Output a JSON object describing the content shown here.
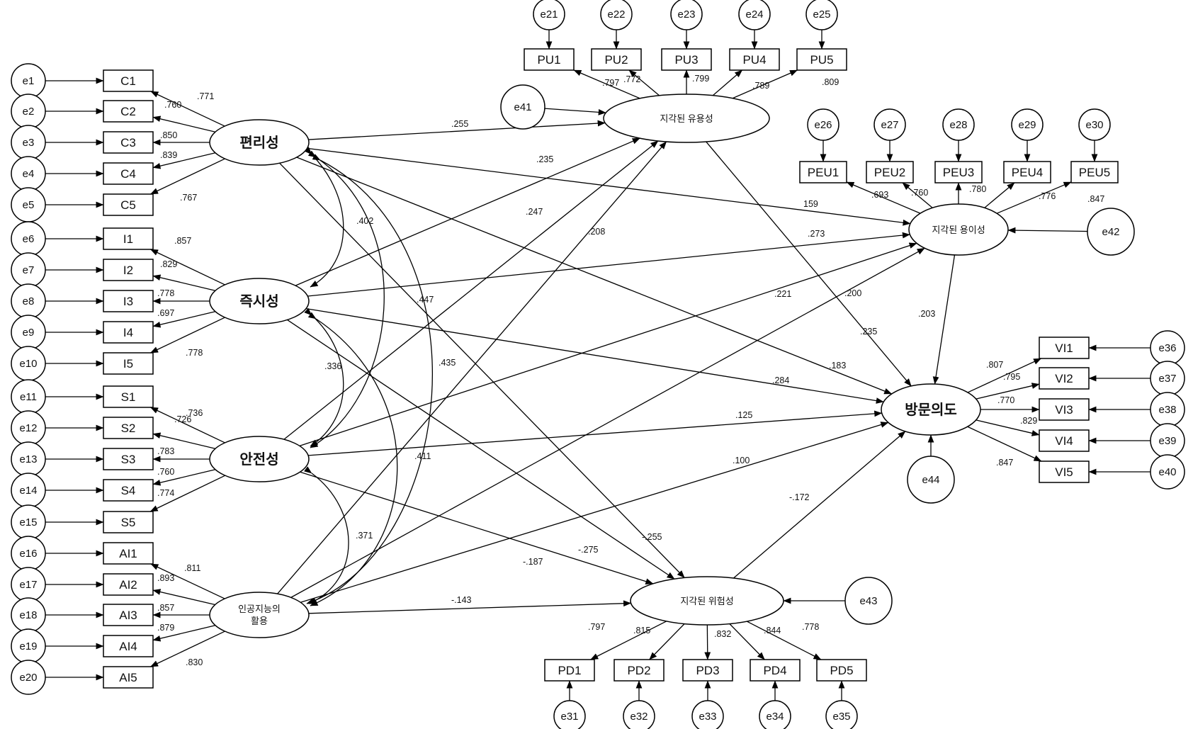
{
  "latents": {
    "convenience": "편리성",
    "immediacy": "즉시성",
    "safety": "안전성",
    "ai": [
      "인공지능의",
      "활용"
    ],
    "pu": "지각된 유용성",
    "peou": "지각된 용이성",
    "intention": "방문의도",
    "risk": "지각된 위험성"
  },
  "indicators": {
    "C": [
      "C1",
      "C2",
      "C3",
      "C4",
      "C5"
    ],
    "I": [
      "I1",
      "I2",
      "I3",
      "I4",
      "I5"
    ],
    "S": [
      "S1",
      "S2",
      "S3",
      "S4",
      "S5"
    ],
    "AI": [
      "AI1",
      "AI2",
      "AI3",
      "AI4",
      "AI5"
    ],
    "PU": [
      "PU1",
      "PU2",
      "PU3",
      "PU4",
      "PU5"
    ],
    "PEU": [
      "PEU1",
      "PEU2",
      "PEU3",
      "PEU4",
      "PEU5"
    ],
    "VI": [
      "VI1",
      "VI2",
      "VI3",
      "VI4",
      "VI5"
    ],
    "PD": [
      "PD1",
      "PD2",
      "PD3",
      "PD4",
      "PD5"
    ]
  },
  "errors": {
    "C": [
      "e1",
      "e2",
      "e3",
      "e4",
      "e5"
    ],
    "I": [
      "e6",
      "e7",
      "e8",
      "e9",
      "e10"
    ],
    "S": [
      "e11",
      "e12",
      "e13",
      "e14",
      "e15"
    ],
    "AI": [
      "e16",
      "e17",
      "e18",
      "e19",
      "e20"
    ],
    "PU": [
      "e21",
      "e22",
      "e23",
      "e24",
      "e25"
    ],
    "PEU": [
      "e26",
      "e27",
      "e28",
      "e29",
      "e30"
    ],
    "PD": [
      "e31",
      "e32",
      "e33",
      "e34",
      "e35"
    ],
    "VI": [
      "e36",
      "e37",
      "e38",
      "e39",
      "e40"
    ],
    "disturbances": {
      "pu": "e41",
      "peou": "e42",
      "risk": "e43",
      "intention": "e44"
    }
  },
  "loadings": {
    "C": [
      ".771",
      ".760",
      ".850",
      ".839",
      ".767"
    ],
    "I": [
      ".857",
      ".829",
      ".778",
      ".697",
      ".778"
    ],
    "S": [
      ".736",
      ".726",
      ".783",
      ".760",
      ".774"
    ],
    "AI": [
      ".811",
      ".893",
      ".857",
      ".879",
      ".830"
    ],
    "PU": [
      ".797",
      ".772",
      ".799",
      ".789",
      ".809"
    ],
    "PEU": [
      ".693",
      ".760",
      ".780",
      ".776",
      ".847"
    ],
    "VI": [
      ".807",
      ".795",
      ".770",
      ".829",
      ".847"
    ],
    "PD": [
      ".797",
      ".815",
      ".832",
      ".844",
      ".778"
    ]
  },
  "paths": {
    "c_pu": ".255",
    "i_pu": ".235",
    "s_pu": ".247",
    "ai_pu": ".208",
    "c_peou": "159",
    "i_peou": ".273",
    "s_peou": ".221",
    "ai_peou": ".200",
    "pu_vi": ".235",
    "peou_vi": ".203",
    "c_vi": ".183",
    "i_vi": ".284",
    "s_vi": ".125",
    "ai_vi": ".100",
    "risk_vi": "-.172",
    "c_risk": "-.255",
    "i_risk": "-.275",
    "s_risk": "-.187",
    "ai_risk": "-.143"
  },
  "covariances": {
    "c_i": ".402",
    "c_s": ".447",
    "c_ai": ".435",
    "i_s": ".336",
    "i_ai": ".411",
    "s_ai": ".371"
  }
}
